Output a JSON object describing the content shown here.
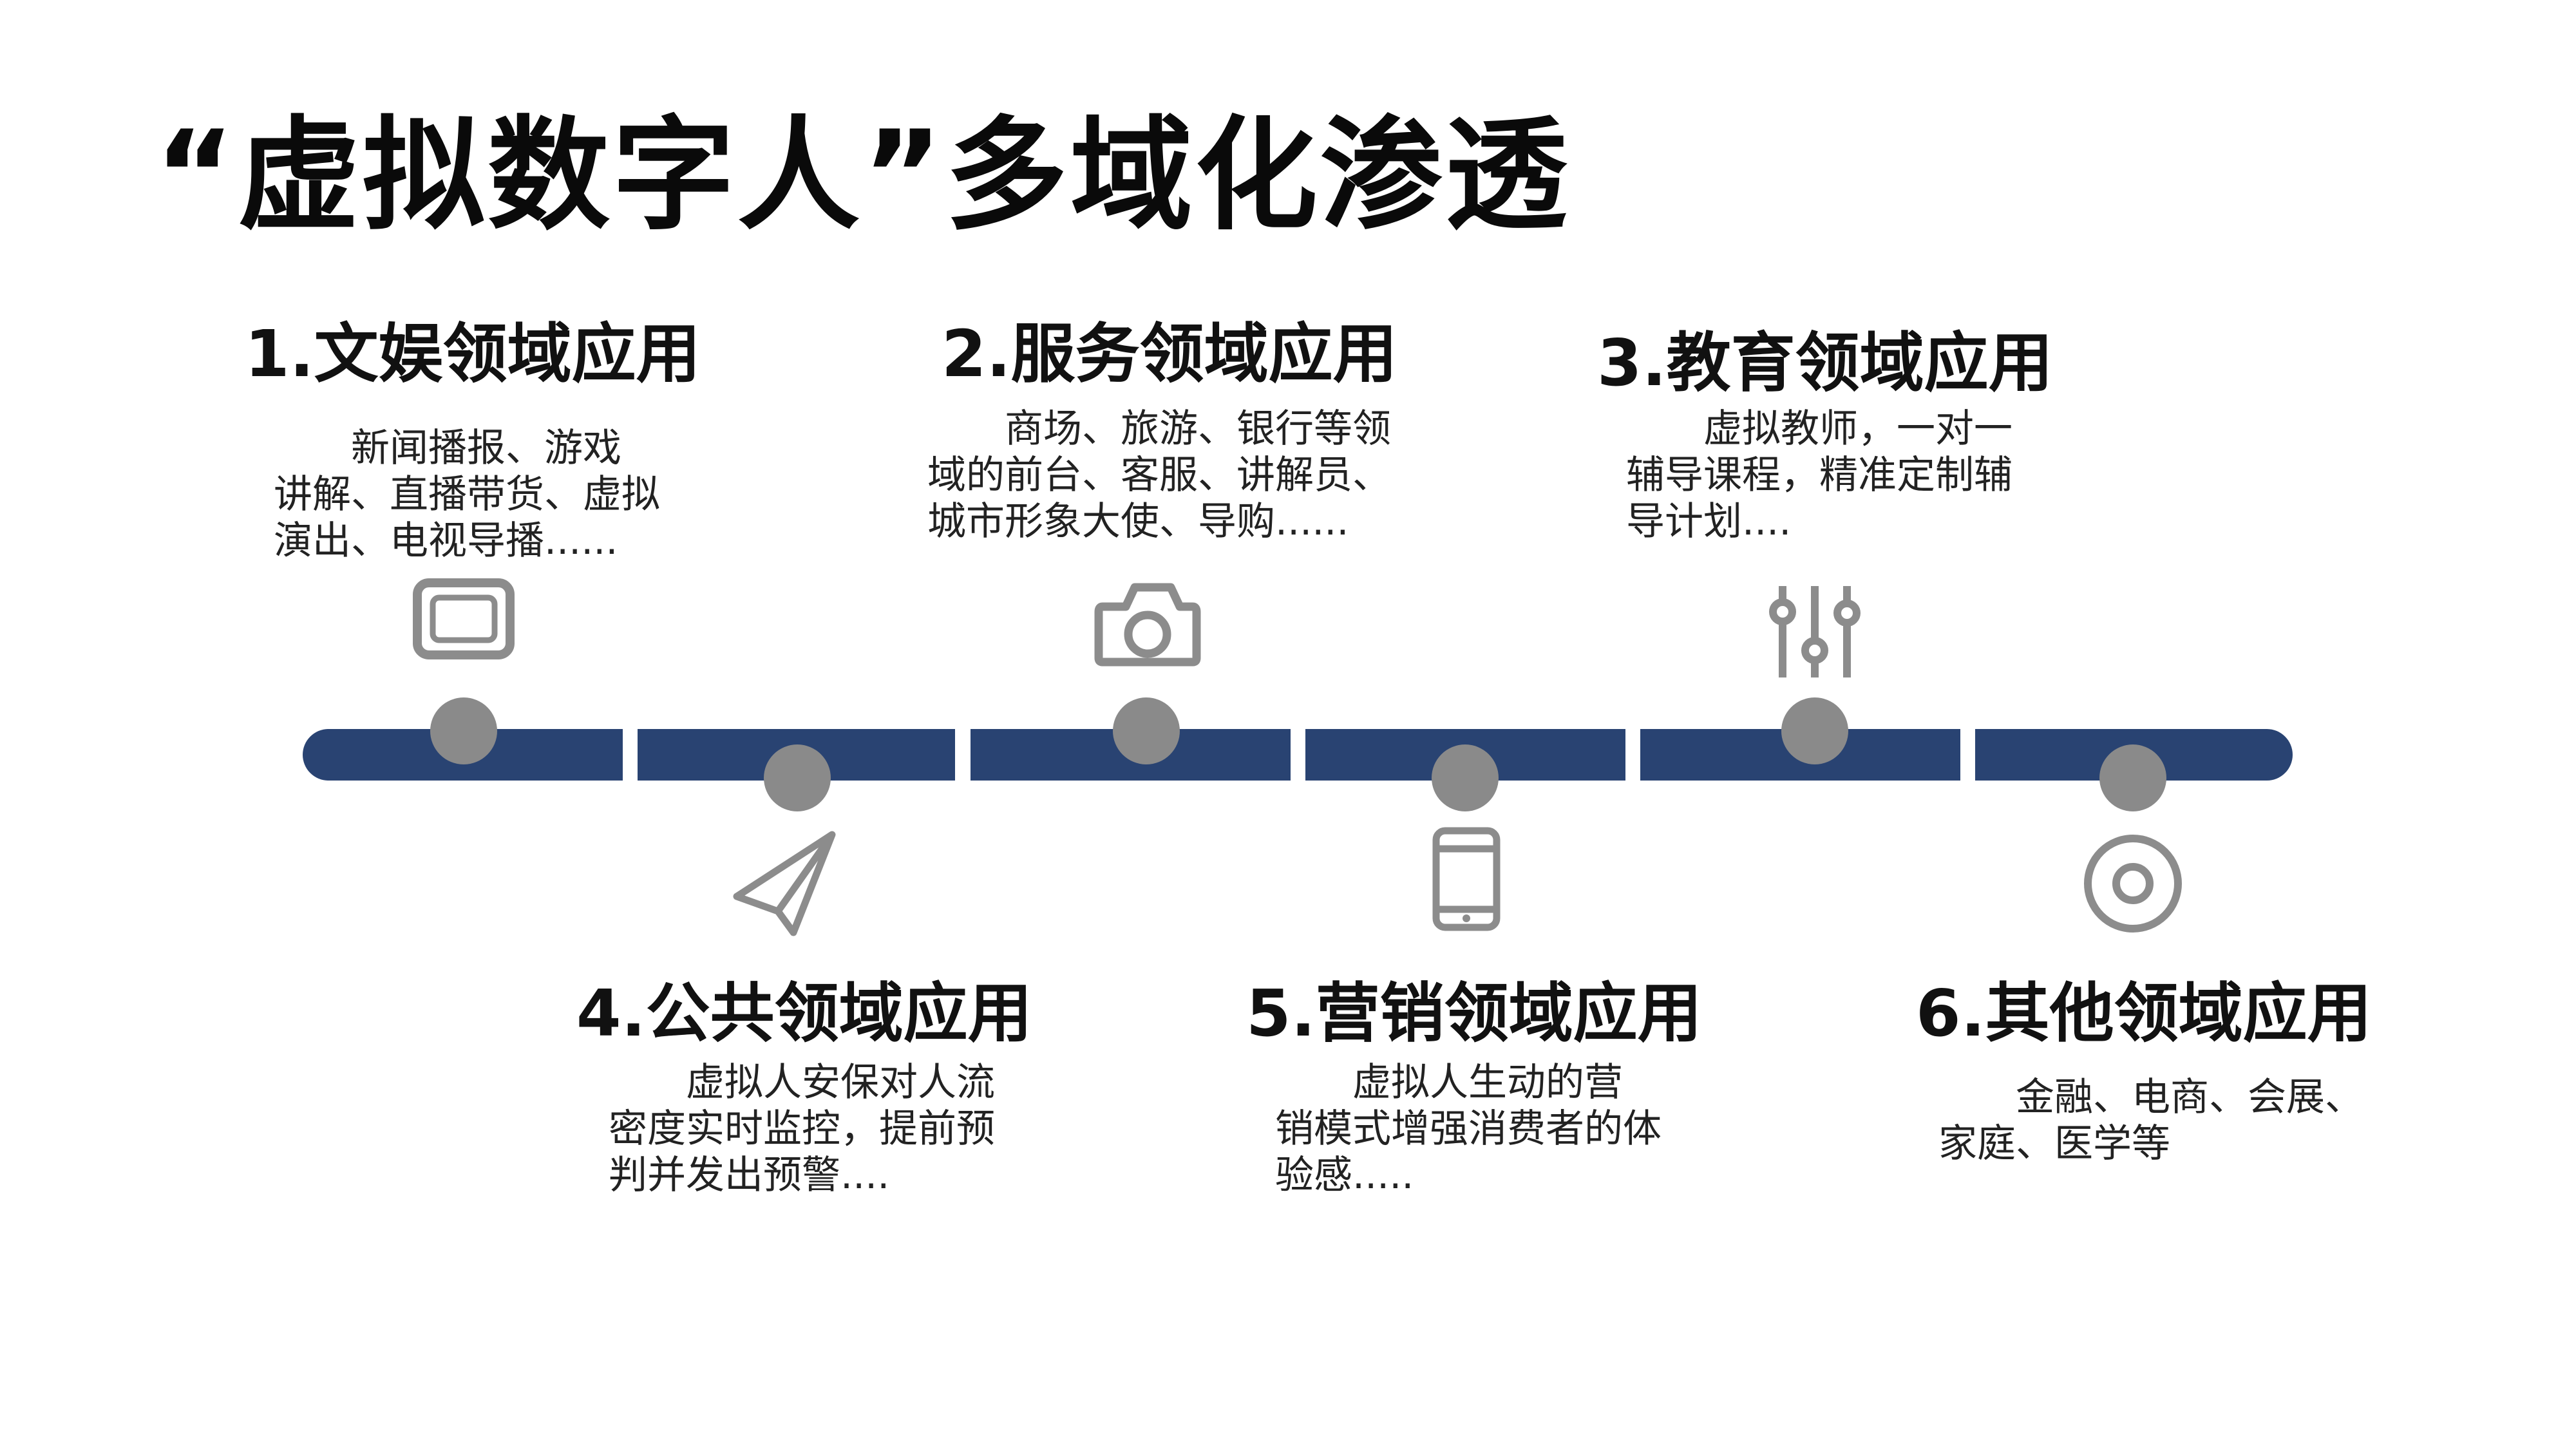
{
  "title": "“虚拟数字人”多域化渗透",
  "colors": {
    "track": "#294372",
    "node": "#8a8a8a",
    "icon": "#8c8c8c"
  },
  "items": [
    {
      "heading": "1.文娱领域应用",
      "desc": "　　新闻播报、游戏\n讲解、直播带货、虚拟\n演出、电视导播......",
      "icon": "tv-icon",
      "position": "top"
    },
    {
      "heading": "2.服务领域应用",
      "desc": "　　商场、旅游、银行等领\n域的前台、客服、讲解员、\n城市形象大使、导购......",
      "icon": "camera-icon",
      "position": "top"
    },
    {
      "heading": "3.教育领域应用",
      "desc": "　　虚拟教师，一对一\n辅导课程，精准定制辅\n导计划....",
      "icon": "sliders-icon",
      "position": "top"
    },
    {
      "heading": "4.公共领域应用",
      "desc": "　　虚拟人安保对人流\n密度实时监控，提前预\n判并发出预警....",
      "icon": "paper-plane-icon",
      "position": "bottom"
    },
    {
      "heading": "5.营销领域应用",
      "desc": "　　虚拟人生动的营\n销模式增强消费者的体\n验感.....",
      "icon": "smartphone-icon",
      "position": "bottom"
    },
    {
      "heading": "6.其他领域应用",
      "desc": "　　金融、电商、会展、\n家庭、医学等",
      "icon": "disc-icon",
      "position": "bottom"
    }
  ]
}
